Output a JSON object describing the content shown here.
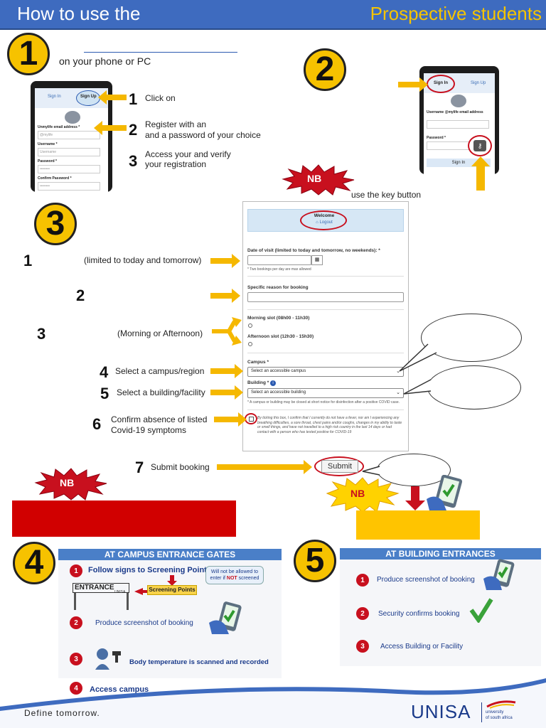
{
  "header": {
    "title_left": "How to use the",
    "title_right": "Prospective students"
  },
  "step1": {
    "number": "1",
    "subtitle": "on your phone or PC",
    "items": [
      {
        "num": "1",
        "text": "Click on"
      },
      {
        "num": "2",
        "text": "Register with an\nand a password of your choice"
      },
      {
        "num": "3",
        "text": "Access your                          and verify\nyour registration"
      }
    ],
    "phone": {
      "tab_signin": "Sign In",
      "tab_signup": "Sign Up",
      "fields": [
        "Unmylife email address *",
        "Username *",
        "Password *",
        "Confirm Password *"
      ],
      "placeholders": [
        "@mylife",
        "Username",
        "••••••••",
        "••••••••"
      ]
    }
  },
  "step2": {
    "number": "2",
    "nb": "NB",
    "note": "use the key button",
    "phone": {
      "tab_signin": "Sign In",
      "tab_signup": "Sign Up",
      "label_user": "Username @mylife email address",
      "label_pass": "Password *",
      "sign_in": "Sign In"
    }
  },
  "step3": {
    "number": "3",
    "rows": [
      {
        "num": "1",
        "text": "(limited to today and tomorrow)"
      },
      {
        "num": "2",
        "text": ""
      },
      {
        "num": "3",
        "text": "(Morning or Afternoon)"
      },
      {
        "num": "4",
        "text": "Select a campus/region"
      },
      {
        "num": "5",
        "text": "Select a building/facility"
      },
      {
        "num": "6",
        "text": "Confirm absence of listed\nCovid-19 symptoms"
      },
      {
        "num": "7",
        "text": "Submit booking"
      }
    ],
    "form": {
      "welcome": "Welcome",
      "logout": "⌂ Logout",
      "date_label": "Date of visit (limited to today and tomorrow, no weekends): *",
      "date_note": "* Two bookings per day are max allowed",
      "reason_label": "Specific reason for booking",
      "morning": "Morning slot (08h00 - 11h30)",
      "afternoon": "Afternoon slot (12h30 - 15h30)",
      "campus_label": "Campus *",
      "campus_value": "Select an accessible campus",
      "building_label": "Building *",
      "building_value": "Select an accessible building",
      "building_note": "* A campus or building may be closed at short notice for disinfection after a positive COVID case.",
      "declaration": "By ticking this box, I confirm that I currently do not have a fever, nor am I experiencing any breathing difficulties, a sore throat, chest pains and/or coughs, changes in my ability to taste or smell things, and have not travelled to a high risk country in the last 14 days or had contact with a person who has tested positive for COVID-19"
    },
    "submit": "Submit",
    "nb_left": "NB",
    "nb_right": "NB"
  },
  "step4": {
    "number": "4",
    "bar": "AT CAMPUS ENTRANCE GATES",
    "items": [
      {
        "num": "1",
        "text": "Follow signs to Screening Points"
      },
      {
        "num": "2",
        "text": "Produce screenshot of booking"
      },
      {
        "num": "3",
        "text": "Body temperature is scanned and recorded"
      },
      {
        "num": "4",
        "text": "Access campus"
      }
    ],
    "entrance": "ENTRANCE",
    "screening": "Screening Points",
    "warning_pre": "Will not be allowed to enter if ",
    "warning_not": "NOT",
    "warning_post": " screened",
    "unisa_small": "UNISA"
  },
  "step5": {
    "number": "5",
    "bar": "AT BUILDING ENTRANCES",
    "items": [
      {
        "num": "1",
        "text": "Produce screenshot of booking"
      },
      {
        "num": "2",
        "text": "Security confirms booking"
      },
      {
        "num": "3",
        "text": "Access Building or Facility"
      }
    ]
  },
  "footer": {
    "tagline": "Define tomorrow.",
    "brand": "UNISA",
    "brand_sub1": "university",
    "brand_sub2": "of south africa"
  },
  "colors": {
    "header_blue": "#3e6bbf",
    "accent_yellow": "#f5c400",
    "nb_red": "#c8101e"
  }
}
